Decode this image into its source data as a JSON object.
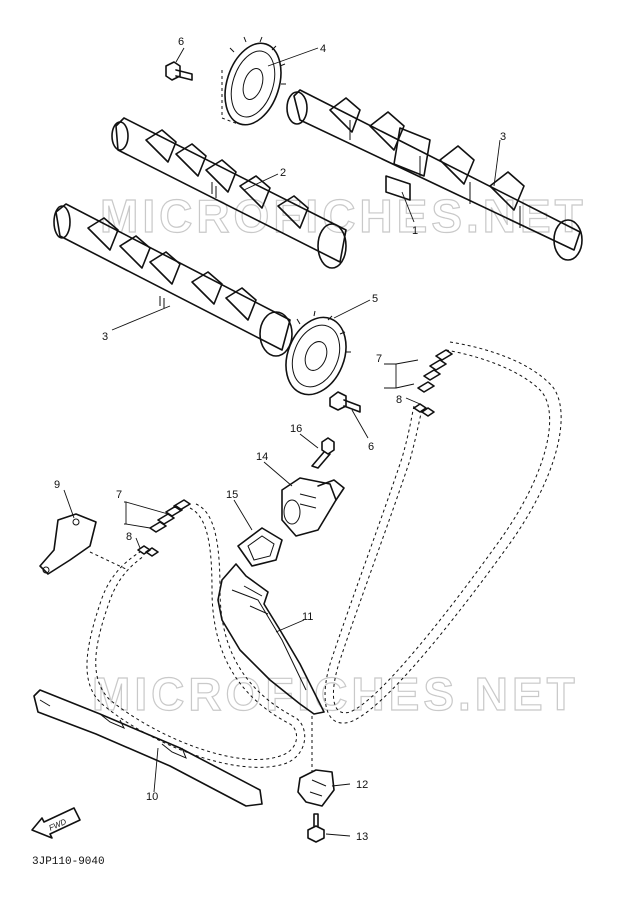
{
  "watermark": "MICROFICHES.NET",
  "drawing_code": "3JP110-9040",
  "fwd_label": "FWD",
  "callouts": [
    "6",
    "4",
    "3",
    "2",
    "1",
    "3",
    "5",
    "7",
    "8",
    "6",
    "16",
    "14",
    "9",
    "7",
    "15",
    "8",
    "11",
    "10",
    "12",
    "13"
  ]
}
